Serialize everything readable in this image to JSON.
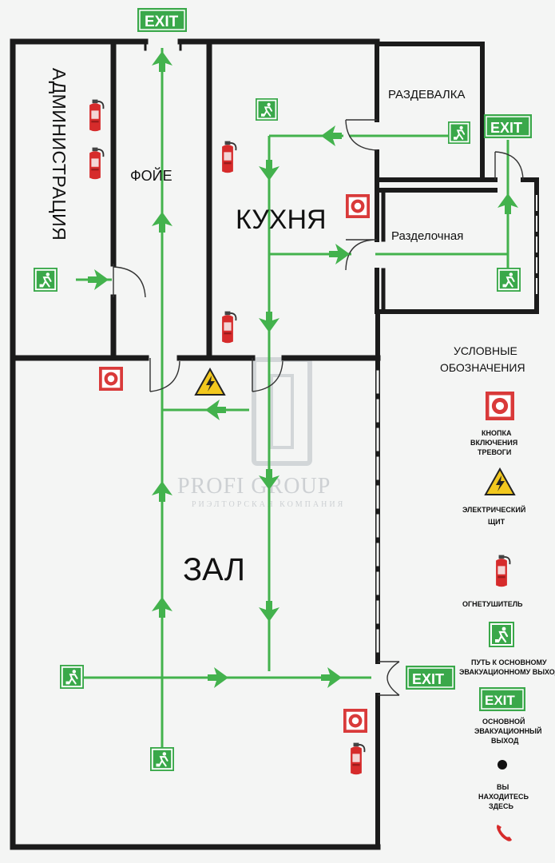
{
  "rooms": {
    "admin": "АДМИНИСТРАЦИЯ",
    "foyer": "ФОЙЕ",
    "kitchen": "КУХНЯ",
    "locker": "РАЗДЕВАЛКА",
    "prep": "Разделочная",
    "hall": "ЗАЛ"
  },
  "exit_label": "EXIT",
  "legend": {
    "title_line1": "УСЛОВНЫЕ",
    "title_line2": "ОБОЗНАЧЕНИЯ",
    "alarm": [
      "КНОПКА",
      "ВКЛЮЧЕНИЯ",
      "ТРЕВОГИ"
    ],
    "electric": [
      "ЭЛЕКТРИЧЕСКИЙ",
      "ЩИТ"
    ],
    "extinguisher": [
      "ОГНЕТУШИТЕЛЬ"
    ],
    "evac_route": [
      "ПУТЬ К ОСНОВНОМУ",
      "ЭВАКУАЦИОННОМУ ВЫХОДУ"
    ],
    "main_exit": [
      "ОСНОВНОЙ",
      "ЭВАКУАЦИОННЫЙ",
      "ВЫХОД"
    ],
    "you_are_here": [
      "ВЫ",
      "НАХОДИТЕСЬ",
      "ЗДЕСЬ"
    ]
  },
  "watermark": {
    "brand": "PROFI GROUP",
    "tagline": "РИЭЛТОРСКАЯ КОМПАНИЯ"
  },
  "colors": {
    "wall": "#1b1b1b",
    "route": "#43b24d",
    "sign": "#3aa84a",
    "alarm": "#d93a3a",
    "extinguisher": "#d62b2b",
    "warning": "#f2c81e",
    "phone": "#d62b2b"
  }
}
